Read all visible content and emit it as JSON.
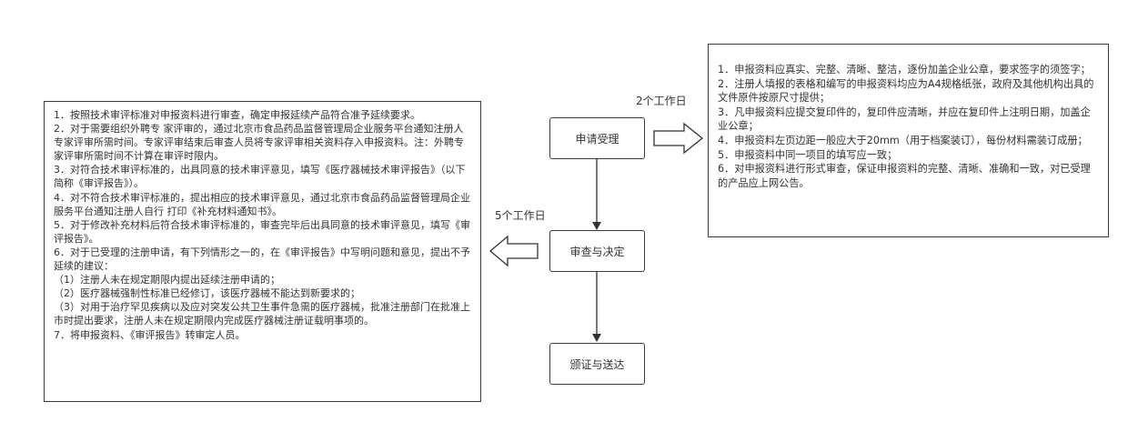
{
  "steps": {
    "accept": "申请受理",
    "review": "审查与决定",
    "issue": "颁证与送达"
  },
  "time_labels": {
    "accept": "2个工作日",
    "review": "5个工作日"
  },
  "right_notes": [
    "1．申报资料应真实、完整、清晰、整洁，逐份加盖企业公章，要求签字的须签字；",
    "2．注册人填报的表格和编写的申报资料均应为A4规格纸张，政府及其他机构出具的文件原件按原尺寸提供；",
    "3．凡申报资料应提交复印件的，复印件应清晰，并应在复印件上注明日期，加盖企业公章；",
    "4．申报资料左页边距一般应大于20mm（用于档案装订），每份材料需装订成册；",
    "5．申报资料中同一项目的填写应一致；",
    "6．对申报资料进行形式审查，保证申报资料的完整、清晰、准确和一致，对已受理的产品应上网公告。"
  ],
  "left_notes": [
    "1．按照技术审评标准对申报资料进行审查，确定申报延续产品符合准予延续要求。",
    "2．对于需要组织外聘专 家评审的，通过北京市食品药品监督管理局企业服务平台通知注册人专家评审所需时间。专家评审结束后审查人员将专家评审相关资料存入申报资料。注：外聘专家评审所需时间不计算在审评时限内。",
    "3．对符合技术审评标准的，出具同意的技术审评意见，填写《医疗器械技术审评报告》（以下简称《审评报告》）。",
    "4．对不符合技术审评标准的，提出相应的技术审评意见，通过北京市食品药品监督管理局企业服务平台通知注册人自行 打印《补充材料通知书》。",
    "5．对于修改补充材料后符合技术审评标准的，审查完毕后出具同意的技术审评意见，填写《审评报告》。",
    "6．对于已受理的注册申请，有下列情形之一的，在《审评报告》中写明问题和意见，提出不予延续的建议：",
    "（1）注册人未在规定期限内提出延续注册申请的；",
    "（2）医疗器械强制性标准已经修订，该医疗器械不能达到新要求的；",
    "（3）对用于治疗罕见疾病以及应对突发公共卫生事件急需的医疗器械，批准注册部门在批准上市时提出要求，注册人未在规定期限内完成医疗器械注册证载明事项的。",
    "7．将申报资料、《审评报告》转审定人员。"
  ]
}
